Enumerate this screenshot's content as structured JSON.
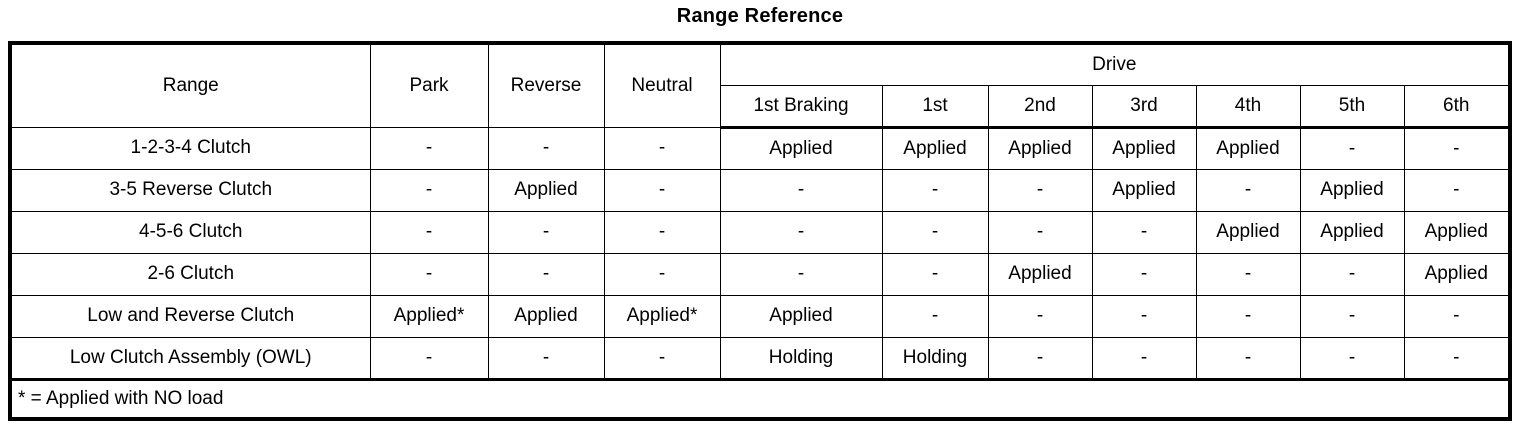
{
  "document": {
    "title": "Range Reference"
  },
  "table": {
    "row_header_label": "Range",
    "group_headers": [
      {
        "label": "Park",
        "span": 1
      },
      {
        "label": "Reverse",
        "span": 1
      },
      {
        "label": "Neutral",
        "span": 1
      },
      {
        "label": "Drive",
        "span": 7
      }
    ],
    "drive_group_label": "Drive",
    "columns": [
      "Range",
      "Park",
      "Reverse",
      "Neutral",
      "1st Braking",
      "1st",
      "2nd",
      "3rd",
      "4th",
      "5th",
      "6th"
    ],
    "drive_columns": [
      "1st Braking",
      "1st",
      "2nd",
      "3rd",
      "4th",
      "5th",
      "6th"
    ],
    "simple_columns": [
      "Park",
      "Reverse",
      "Neutral"
    ],
    "rows": [
      {
        "label": "1-2-3-4 Clutch",
        "values": [
          "-",
          "-",
          "-",
          "Applied",
          "Applied",
          "Applied",
          "Applied",
          "Applied",
          "-",
          "-"
        ]
      },
      {
        "label": "3-5 Reverse Clutch",
        "values": [
          "-",
          "Applied",
          "-",
          "-",
          "-",
          "-",
          "Applied",
          "-",
          "Applied",
          "-"
        ]
      },
      {
        "label": "4-5-6 Clutch",
        "values": [
          "-",
          "-",
          "-",
          "-",
          "-",
          "-",
          "-",
          "Applied",
          "Applied",
          "Applied"
        ]
      },
      {
        "label": "2-6 Clutch",
        "values": [
          "-",
          "-",
          "-",
          "-",
          "-",
          "Applied",
          "-",
          "-",
          "-",
          "Applied"
        ]
      },
      {
        "label": "Low and Reverse Clutch",
        "values": [
          "Applied*",
          "Applied",
          "Applied*",
          "Applied",
          "-",
          "-",
          "-",
          "-",
          "-",
          "-"
        ]
      },
      {
        "label": "Low Clutch Assembly (OWL)",
        "values": [
          "-",
          "-",
          "-",
          "Holding",
          "Holding",
          "-",
          "-",
          "-",
          "-",
          "-"
        ]
      }
    ],
    "footnote": "* = Applied with NO load"
  }
}
